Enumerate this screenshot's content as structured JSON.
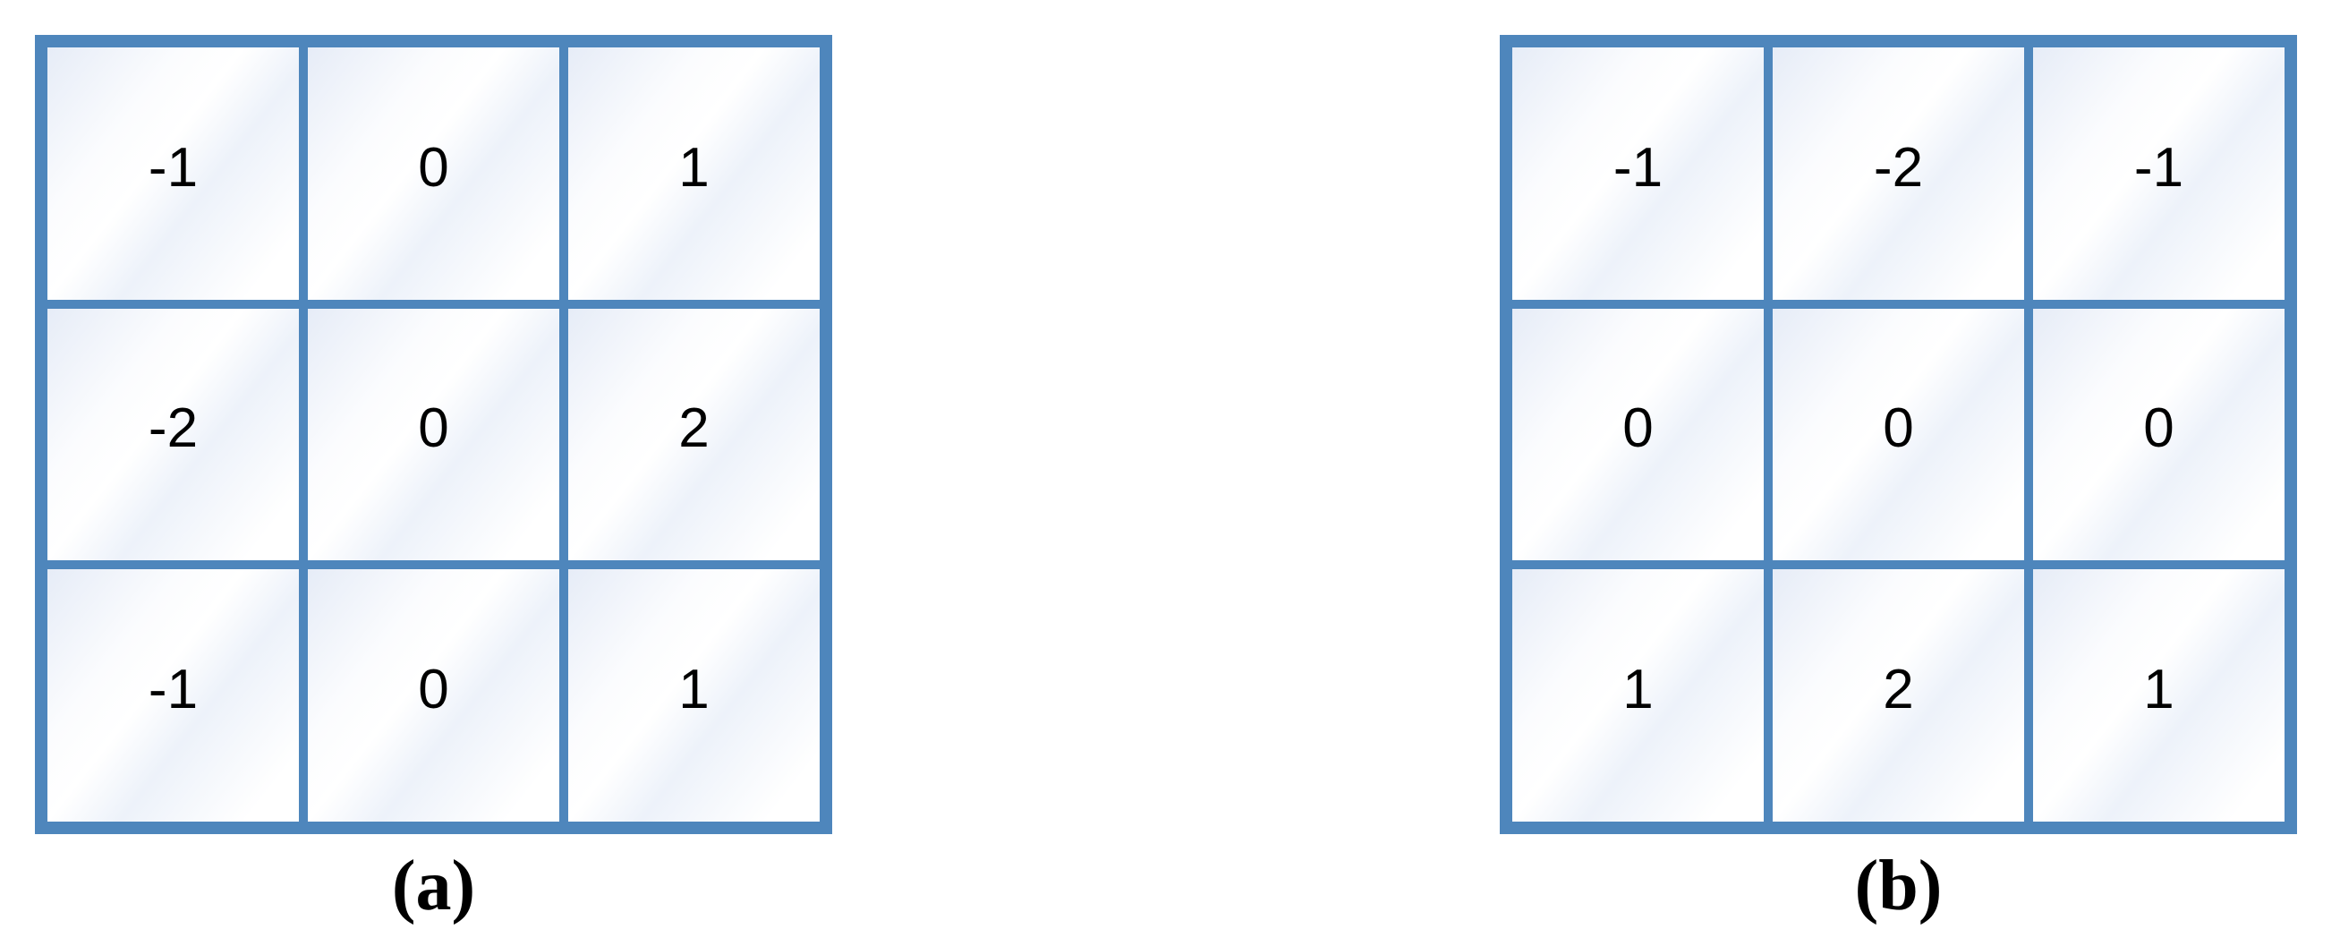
{
  "figure": {
    "panels": [
      {
        "label": "(a)",
        "rows": [
          [
            "-1",
            "0",
            "1"
          ],
          [
            "-2",
            "0",
            "2"
          ],
          [
            "-1",
            "0",
            "1"
          ]
        ]
      },
      {
        "label": "(b)",
        "rows": [
          [
            "-1",
            "-2",
            "-1"
          ],
          [
            "0",
            "0",
            "0"
          ],
          [
            "1",
            "2",
            "1"
          ]
        ]
      }
    ],
    "colors": {
      "grid_border": "#4e86bc",
      "cell_tint": "#e6ecf7",
      "cell_base": "#ffffff",
      "number_text": "#000000",
      "background": "#ffffff"
    }
  }
}
